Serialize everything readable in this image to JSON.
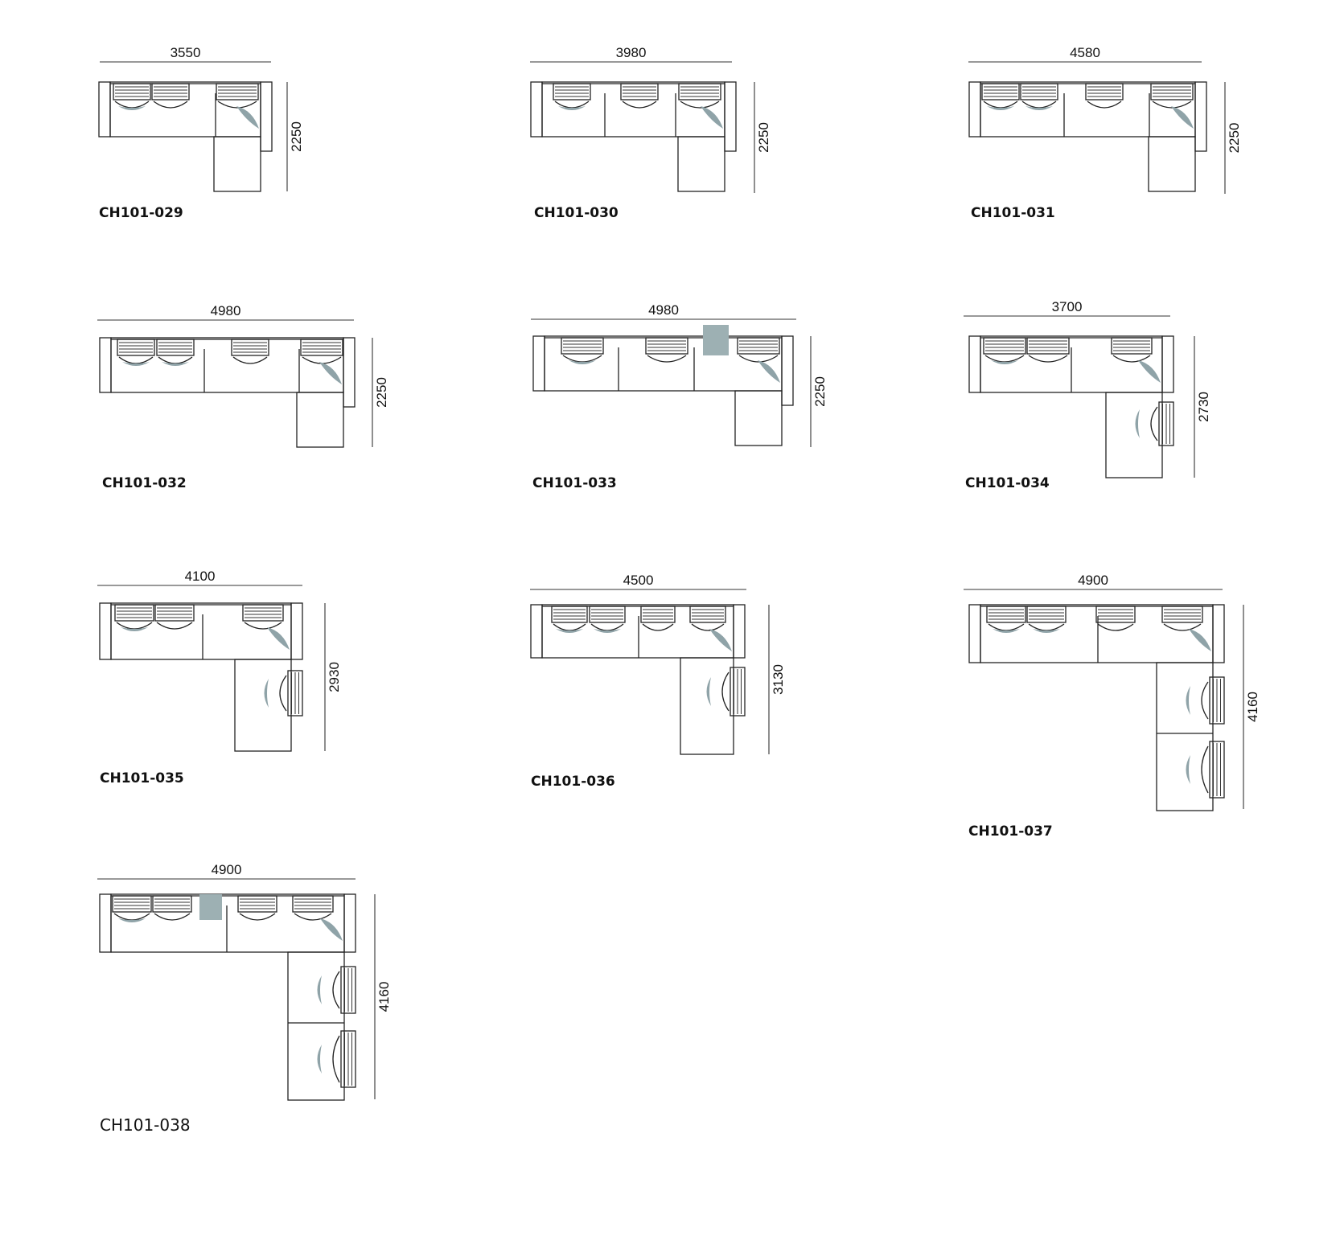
{
  "colors": {
    "accent": "#8fa3a8",
    "table": "#9db0b3",
    "line": "#222222"
  },
  "models": [
    {
      "code": "CH101-029",
      "width": "3550",
      "depth": "2250"
    },
    {
      "code": "CH101-030",
      "width": "3980",
      "depth": "2250"
    },
    {
      "code": "CH101-031",
      "width": "4580",
      "depth": "2250"
    },
    {
      "code": "CH101-032",
      "width": "4980",
      "depth": "2250"
    },
    {
      "code": "CH101-033",
      "width": "4980",
      "depth": "2250"
    },
    {
      "code": "CH101-034",
      "width": "3700",
      "depth": "2730"
    },
    {
      "code": "CH101-035",
      "width": "4100",
      "depth": "2930"
    },
    {
      "code": "CH101-036",
      "width": "4500",
      "depth": "3130"
    },
    {
      "code": "CH101-037",
      "width": "4900",
      "depth": "4160"
    },
    {
      "code": "CH101-038",
      "width": "4900",
      "depth": "4160"
    }
  ]
}
